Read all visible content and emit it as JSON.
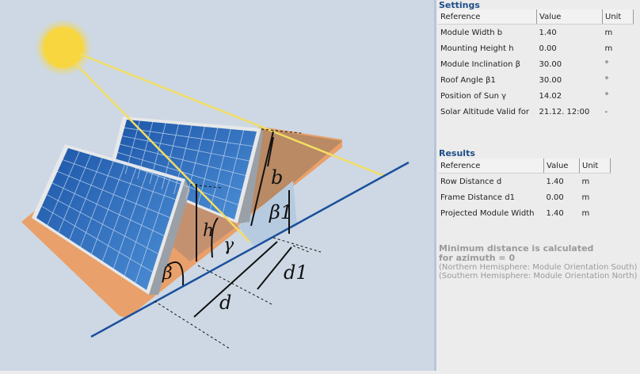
{
  "diagram": {
    "labels": {
      "b": "b",
      "beta1": "β1",
      "h": "h",
      "gamma": "γ",
      "beta": "β",
      "d1": "d1",
      "d": "d"
    },
    "colors": {
      "background": "#cdd8e4",
      "sun": "#f8d640",
      "ray": "#f2dd63",
      "ground_line": "#1a4f9c",
      "roof": "#e9a06a",
      "panel": "#2f6fb8"
    }
  },
  "settings": {
    "title": "Settings",
    "headers": [
      "Reference",
      "Value",
      "Unit"
    ],
    "rows": [
      [
        "Module Width b",
        "1.40",
        "m"
      ],
      [
        "Mounting Height h",
        "0.00",
        "m"
      ],
      [
        "Module Inclination β",
        "30.00",
        "°"
      ],
      [
        "Roof Angle β1",
        "30.00",
        "°"
      ],
      [
        "Position of Sun γ",
        "14.02",
        "°"
      ],
      [
        "Solar Altitude Valid for",
        "21.12. 12:00",
        "-"
      ]
    ]
  },
  "results": {
    "title": "Results",
    "headers": [
      "Reference",
      "Value",
      "Unit"
    ],
    "rows": [
      [
        "Row Distance d",
        "1.40",
        "m"
      ],
      [
        "Frame Distance d1",
        "0.00",
        "m"
      ],
      [
        "Projected Module Width",
        "1.40",
        "m"
      ]
    ]
  },
  "note": {
    "line1": "Minimum distance is calculated",
    "line2": "for azimuth = 0",
    "line3": "(Northern Hemisphere: Module Orientation South)",
    "line4": "(Southern Hemisphere: Module Orientation North)"
  }
}
